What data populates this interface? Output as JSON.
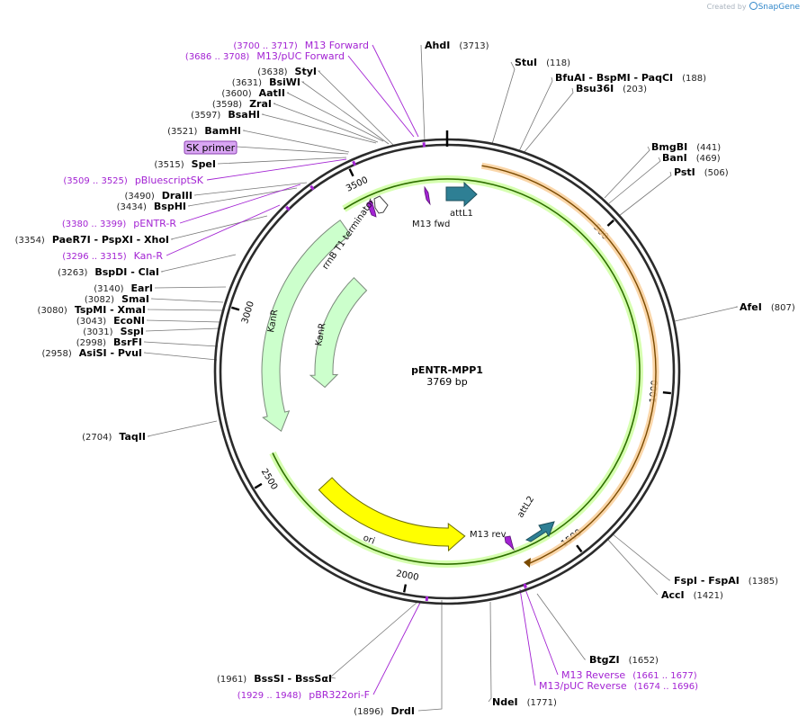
{
  "brand": {
    "created_by": "Created by",
    "product": "SnapGene"
  },
  "plasmid": {
    "name": "pENTR-MPP1",
    "size_label": "3769 bp",
    "length": 3769
  },
  "colors": {
    "backbone": "#2b2b2b",
    "ori": "#ffff00",
    "kanr": "#ccffcc",
    "attl": "#2e7f94",
    "primer": "#a323d3",
    "orange_arc": "#f4a340",
    "sk_primer_bg": "#d9a6f3"
  },
  "tick_labels": [
    "500",
    "1000",
    "1500",
    "2000",
    "2500",
    "3000",
    "3500"
  ],
  "tick_positions": [
    500,
    1000,
    1500,
    2000,
    2500,
    3000,
    3500
  ],
  "features": [
    {
      "name": "attL1",
      "type": "attl"
    },
    {
      "name": "attL2",
      "type": "attl"
    },
    {
      "name": "M13 fwd",
      "type": "primer_mark"
    },
    {
      "name": "M13 rev",
      "type": "primer_mark"
    },
    {
      "name": "rrnB T1 terminator",
      "type": "terminator"
    },
    {
      "name": "KanR",
      "type": "kanr"
    },
    {
      "name": "KanR",
      "type": "kanr"
    },
    {
      "name": "ori",
      "type": "ori"
    }
  ],
  "sites": [
    {
      "name": "AhdI",
      "pos": "(3713)"
    },
    {
      "name": "StuI",
      "pos": "(118)"
    },
    {
      "name": "BfuAI - BspMI - PaqCI",
      "pos": "(188)"
    },
    {
      "name": "Bsu36I",
      "pos": "(203)"
    },
    {
      "name": "BmgBI",
      "pos": "(441)"
    },
    {
      "name": "BanI",
      "pos": "(469)"
    },
    {
      "name": "PstI",
      "pos": "(506)"
    },
    {
      "name": "AfeI",
      "pos": "(807)"
    },
    {
      "name": "FspI - FspAI",
      "pos": "(1385)"
    },
    {
      "name": "AccI",
      "pos": "(1421)"
    },
    {
      "name": "BtgZI",
      "pos": "(1652)"
    },
    {
      "name": "NdeI",
      "pos": "(1771)"
    },
    {
      "name": "DrdI",
      "pos": "(1896)"
    },
    {
      "name": "BssSI - BssSαI",
      "pos": "(1961)"
    },
    {
      "name": "TaqII",
      "pos": "(2704)"
    },
    {
      "name": "AsiSI - PvuI",
      "pos": "(2958)"
    },
    {
      "name": "BsrFI",
      "pos": "(2998)"
    },
    {
      "name": "SspI",
      "pos": "(3031)"
    },
    {
      "name": "EcoNI",
      "pos": "(3043)"
    },
    {
      "name": "TspMI - XmaI",
      "pos": "(3080)"
    },
    {
      "name": "SmaI",
      "pos": "(3082)"
    },
    {
      "name": "EarI",
      "pos": "(3140)"
    },
    {
      "name": "BspDI - ClaI",
      "pos": "(3263)"
    },
    {
      "name": "PaeR7I - PspXI - XhoI",
      "pos": "(3354)"
    },
    {
      "name": "BspHI",
      "pos": "(3434)"
    },
    {
      "name": "DraIII",
      "pos": "(3490)"
    },
    {
      "name": "SpeI",
      "pos": "(3515)"
    },
    {
      "name": "BamHI",
      "pos": "(3521)"
    },
    {
      "name": "BsaHI",
      "pos": "(3597)"
    },
    {
      "name": "ZraI",
      "pos": "(3598)"
    },
    {
      "name": "AatII",
      "pos": "(3600)"
    },
    {
      "name": "BsiWI",
      "pos": "(3631)"
    },
    {
      "name": "StyI",
      "pos": "(3638)"
    }
  ],
  "primers": [
    {
      "name": "M13 Forward",
      "range": "(3700 .. 3717)"
    },
    {
      "name": "M13/pUC Forward",
      "range": "(3686 .. 3708)"
    },
    {
      "name": "SK primer",
      "range": ""
    },
    {
      "name": "pBluescriptSK",
      "range": "(3509 .. 3525)"
    },
    {
      "name": "pENTR-R",
      "range": "(3380 .. 3399)"
    },
    {
      "name": "Kan-R",
      "range": "(3296 .. 3315)"
    },
    {
      "name": "M13 Reverse",
      "range": "(1661 .. 1677)"
    },
    {
      "name": "M13/pUC Reverse",
      "range": "(1674 .. 1696)"
    },
    {
      "name": "pBR322ori-F",
      "range": "(1929 .. 1948)"
    }
  ]
}
